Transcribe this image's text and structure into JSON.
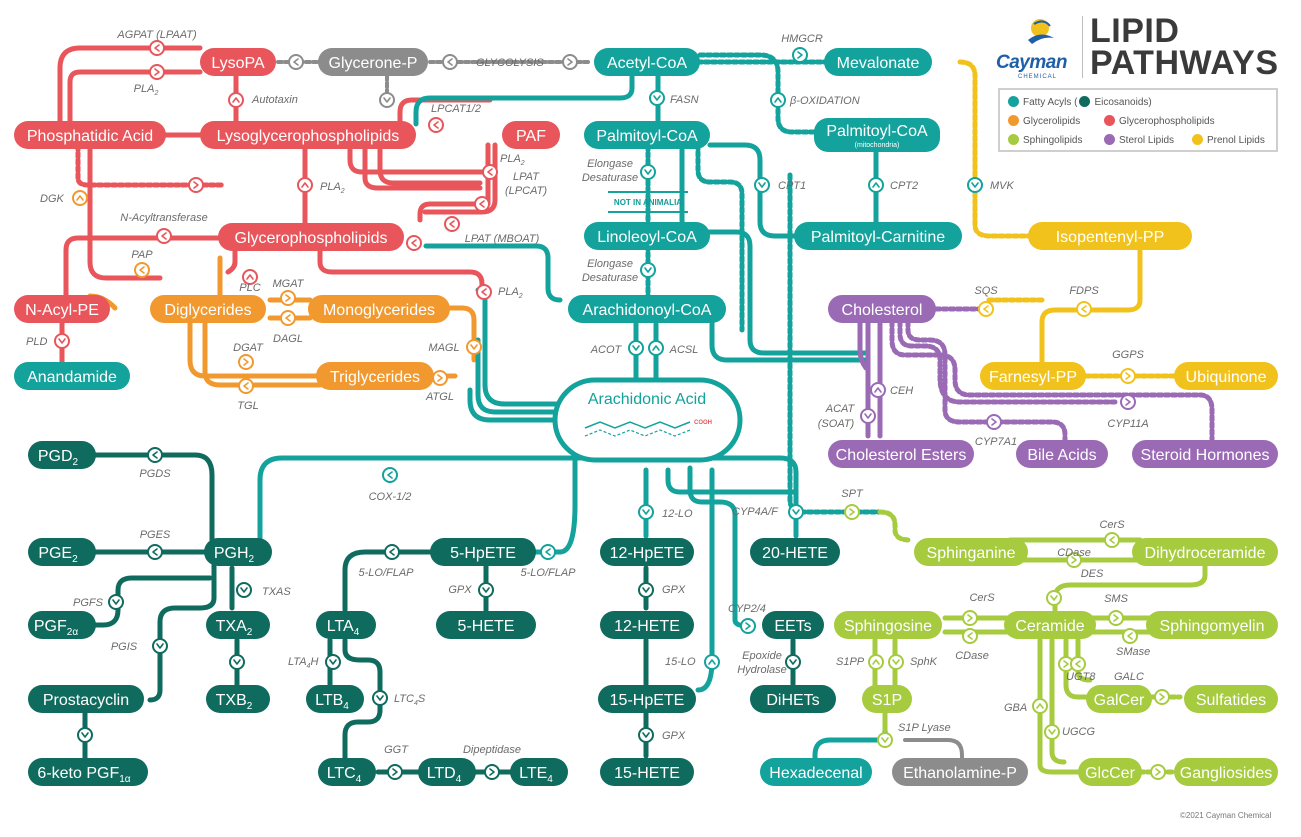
{
  "title": {
    "line1": "LIPID",
    "line2": "PATHWAYS"
  },
  "brand": {
    "name": "Cayman",
    "sub": "CHEMICAL"
  },
  "colors": {
    "fatty_acyl": "#13a29c",
    "eicosanoid": "#0f6b5e",
    "glycerolipid": "#f1992f",
    "glycerophospholipid": "#e8555b",
    "sphingolipid": "#a6cb3f",
    "sterol": "#9a6ab5",
    "prenol": "#f2c21c",
    "neutral": "#8c8c8c"
  },
  "legend": {
    "fatty_acyls": "Fatty Acyls (",
    "eicosanoids": "Eicosanoids)",
    "glycerolipids": "Glycerolipids",
    "glycerophospholipids": "Glycerophospholipids",
    "sphingolipids": "Sphingolipids",
    "sterol_lipids": "Sterol Lipids",
    "prenol_lipids": "Prenol Lipids"
  },
  "nodes": {
    "lysopa": "LysoPA",
    "glycerone_p": "Glycerone-P",
    "acetyl_coa": "Acetyl-CoA",
    "mevalonate": "Mevalonate",
    "phosphatidic_acid": "Phosphatidic Acid",
    "lysoglycerophospholipids": "Lysoglycerophospholipids",
    "paf": "PAF",
    "palmitoyl_coa": "Palmitoyl-CoA",
    "palmitoyl_coa_mito": "Palmitoyl-CoA",
    "palmitoyl_coa_mito_sub": "(mitochondria)",
    "palmitoyl_carnitine": "Palmitoyl-Carnitine",
    "glycerophospholipids": "Glycerophospholipids",
    "linoleoyl_coa": "Linoleoyl-CoA",
    "isopentenyl_pp": "Isopentenyl-PP",
    "n_acyl_pe": "N-Acyl-PE",
    "diglycerides": "Diglycerides",
    "monoglycerides": "Monoglycerides",
    "arachidonoyl_coa": "Arachidonoyl-CoA",
    "cholesterol": "Cholesterol",
    "anandamide": "Anandamide",
    "triglycerides": "Triglycerides",
    "arachidonic_acid": "Arachidonic Acid",
    "farnesyl_pp": "Farnesyl-PP",
    "ubiquinone": "Ubiquinone",
    "cholesterol_esters": "Cholesterol Esters",
    "bile_acids": "Bile Acids",
    "steroid_hormones": "Steroid Hormones",
    "pgd2": "PGD",
    "pge2": "PGE",
    "pgh2": "PGH",
    "pgf2a": "PGF",
    "txa2": "TXA",
    "txb2": "TXB",
    "prostacyclin": "Prostacyclin",
    "keto_pgf": "6-keto PGF",
    "hpete5": "5-HpETE",
    "hete5": "5-HETE",
    "lta4": "LTA",
    "ltb4": "LTB",
    "ltc4": "LTC",
    "ltd4": "LTD",
    "lte4": "LTE",
    "hpete12": "12-HpETE",
    "hete12": "12-HETE",
    "hpete15": "15-HpETE",
    "hete15": "15-HETE",
    "hete20": "20-HETE",
    "eets": "EETs",
    "dihets": "DiHETs",
    "sphinganine": "Sphinganine",
    "dihydroceramide": "Dihydroceramide",
    "sphingosine": "Sphingosine",
    "ceramide": "Ceramide",
    "sphingomyelin": "Sphingomyelin",
    "s1p": "S1P",
    "galcer": "GalCer",
    "sulfatides": "Sulfatides",
    "glccer": "GlcCer",
    "gangliosides": "Gangliosides",
    "hexadecenal": "Hexadecenal",
    "ethanolamine_p": "Ethanolamine-P"
  },
  "subscripts": {
    "two": "2",
    "four": "4",
    "two_alpha": "2α",
    "one_alpha": "1α",
    "cooh": "COOH"
  },
  "enzymes": {
    "agpat": "AGPAT (LPAAT)",
    "pla2_a": "PLA",
    "autotaxin": "Autotaxin",
    "glycolysis": "GLYCOLYSIS",
    "hmgcr": "HMGCR",
    "fasn": "FASN",
    "beta_ox": "β-OXIDATION",
    "lpcat12": "LPCAT1/2",
    "pla2_b": "PLA",
    "lpat_lpcat": "LPAT",
    "lpat_lpcat2": "(LPCAT)",
    "elongase1": "Elongase",
    "desaturase1": "Desaturase",
    "not_in_animalia": "NOT IN ANIMALIA",
    "cpt1": "CPT1",
    "cpt2": "CPT2",
    "mvk": "MVK",
    "dgk": "DGK",
    "pla2_c": "PLA",
    "n_acyltransferase": "N-Acyltransferase",
    "lpat_mboat": "LPAT (MBOAT)",
    "elongase2": "Elongase",
    "desaturase2": "Desaturase",
    "pap": "PAP",
    "mgat": "MGAT",
    "plc": "PLC",
    "dagl": "DAGL",
    "pla2_d": "PLA",
    "sqs": "SQS",
    "fdps": "FDPS",
    "pld": "PLD",
    "dgat": "DGAT",
    "magl": "MAGL",
    "acot": "ACOT",
    "acsl": "ACSL",
    "ggps": "GGPS",
    "tgl": "TGL",
    "atgl": "ATGL",
    "ceh": "CEH",
    "acat": "ACAT",
    "acat2": "(SOAT)",
    "cyp7a1": "CYP7A1",
    "cyp11a": "CYP11A",
    "pgds": "PGDS",
    "cox": "COX-1/2",
    "spt": "SPT",
    "pges": "PGES",
    "lo12": "12-LO",
    "cyp4af": "CYP4A/F",
    "cers1": "CerS",
    "txas": "TXAS",
    "pgfs": "PGFS",
    "lo5flap_a": "5-LO/FLAP",
    "lo5flap_b": "5-LO/FLAP",
    "gpx_a": "GPX",
    "gpx_b": "GPX",
    "cdase1": "CDase",
    "des": "DES",
    "cers2": "CerS",
    "sms": "SMS",
    "cyp24": "CYP2/4",
    "pgis": "PGIS",
    "lta4h": "LTA",
    "lta4h_b": "H",
    "ltc4s": "LTC",
    "ltc4s_b": "S",
    "lo15": "15-LO",
    "epoxide": "Epoxide",
    "hydrolase": "Hydrolase",
    "s1pp": "S1PP",
    "sphk": "SphK",
    "cdase2": "CDase",
    "smase": "SMase",
    "ugt8": "UGT8",
    "galc": "GALC",
    "gba": "GBA",
    "s1p_lyase": "S1P Lyase",
    "ugcg": "UGCG",
    "ggt": "GGT",
    "dipeptidase": "Dipeptidase",
    "gpx_c": "GPX"
  },
  "copyright": "©2021 Cayman Chemical"
}
